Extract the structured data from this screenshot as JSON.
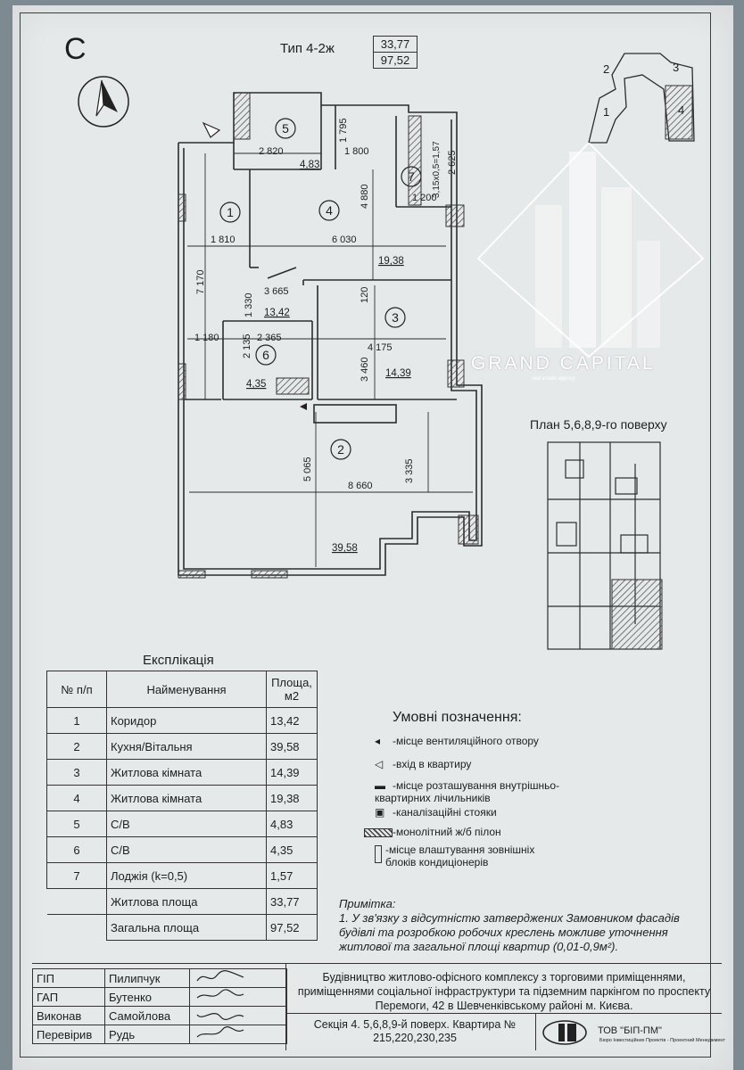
{
  "header": {
    "section_letter": "С",
    "type": "Тип 4-2ж",
    "living_area": "33,77",
    "total_area": "97,52"
  },
  "key_plan": {
    "sections": [
      "1",
      "2",
      "3",
      "4"
    ]
  },
  "watermark": {
    "brand": "GRAND CAPITAL",
    "tagline": "real estate agency"
  },
  "floor_plan_title": "План 5,6,8,9-го поверху",
  "plan": {
    "room_numbers": [
      "1",
      "2",
      "3",
      "4",
      "5",
      "6",
      "7"
    ],
    "area_labels": {
      "r1": "13,42",
      "r2": "39,58",
      "r3": "14,39",
      "r4": "19,38",
      "r5": "4,83",
      "r6": "4,35"
    },
    "dimensions": {
      "d2820": "2 820",
      "d1795": "1 795",
      "d1800": "1 800",
      "d4880": "4 880",
      "d3150": "3,15х0,5=1,57",
      "d2625": "2 625",
      "d1200": "1 200",
      "d1810": "1 810",
      "d6030": "6 030",
      "d7170": "7 170",
      "d3665": "3 665",
      "d1330": "1 330",
      "d120": "120",
      "d1180": "1 180",
      "d2135": "2 135",
      "d2365": "2 365",
      "d4175": "4 175",
      "d3460": "3 460",
      "d5065": "5 065",
      "d3335": "3 335",
      "d8660": "8 660"
    }
  },
  "explication": {
    "title": "Експлікація",
    "headers": [
      "№ п/п",
      "Найменування",
      "Площа, м2"
    ],
    "rows": [
      {
        "n": "1",
        "name": "Коридор",
        "area": "13,42"
      },
      {
        "n": "2",
        "name": "Кухня/Вітальня",
        "area": "39,58"
      },
      {
        "n": "3",
        "name": "Житлова кімната",
        "area": "14,39"
      },
      {
        "n": "4",
        "name": "Житлова кімната",
        "area": "19,38"
      },
      {
        "n": "5",
        "name": "С/В",
        "area": "4,83"
      },
      {
        "n": "6",
        "name": "С/В",
        "area": "4,35"
      },
      {
        "n": "7",
        "name": "Лоджія (k=0,5)",
        "area": "1,57"
      }
    ],
    "totals": [
      {
        "name": "Житлова площа",
        "area": "33,77"
      },
      {
        "name": "Загальна площа",
        "area": "97,52"
      }
    ]
  },
  "legend": {
    "title": "Умовні позначення:",
    "items": [
      "-місце вентиляційного отвору",
      "-вхід в квартиру",
      "-місце розташування внутрішньо-квартирних лічильників",
      "-каналізаційні стояки",
      "-монолітний ж/б пілон",
      "-місце влаштування зовнішніх блоків кондиціонерів"
    ]
  },
  "note": {
    "title": "Примітка:",
    "text": "1. У зв'язку з відсутністю затверджених Замовником фасадів будівлі та розробкою робочих креслень можливе уточнення житлової та загальної площі квартир (0,01-0,9м²)."
  },
  "title_block": {
    "signatures": [
      {
        "role": "ГІП",
        "person": "Пилипчук"
      },
      {
        "role": "ГАП",
        "person": "Бутенко"
      },
      {
        "role": "Виконав",
        "person": "Самойлова"
      },
      {
        "role": "Перевірив",
        "person": "Рудь"
      }
    ],
    "project": "Будівництво житлово-офісного комплексу з торговими приміщеннями, приміщеннями соціальної інфраструктури та підземним паркінгом по проспекту Перемоги, 42 в Шевченківському районі м. Києва.",
    "section": "Секція 4. 5,6,8,9-й поверх. Квартира № 215,220,230,235",
    "company": "ТОВ \"БІП-ПМ\"",
    "company_sub": "Бюро Інвестиційних Проектів - Проектний Менеджмент"
  },
  "colors": {
    "paper": "#e6e9ea",
    "ink": "#1c1f22",
    "hatch": "#555555"
  }
}
